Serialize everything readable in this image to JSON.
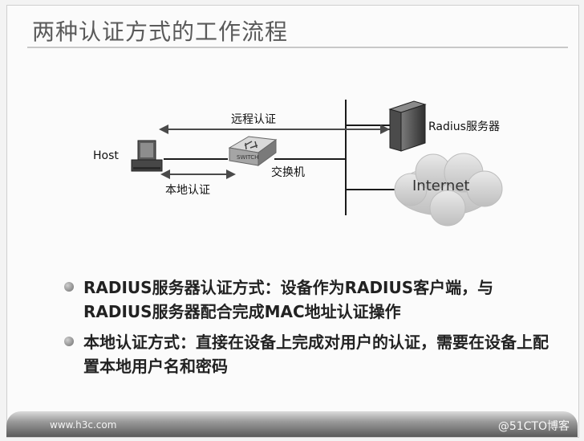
{
  "title": "两种认证方式的工作流程",
  "diagram": {
    "host_label": "Host",
    "remote_auth_label": "远程认证",
    "local_auth_label": "本地认证",
    "switch_label": "交换机",
    "switch_badge": "SWITCH",
    "radius_label": "Radius服务器",
    "internet_label": "Internet"
  },
  "bullets": [
    "RADIUS服务器认证方式：设备作为RADIUS客户端，与RADIUS服务器配合完成MAC地址认证操作",
    "本地认证方式：直接在设备上完成对用户的认证，需要在设备上配置本地用户名和密码"
  ],
  "footer": {
    "url": "www.h3c.com",
    "watermark": "@51CTO博客"
  }
}
